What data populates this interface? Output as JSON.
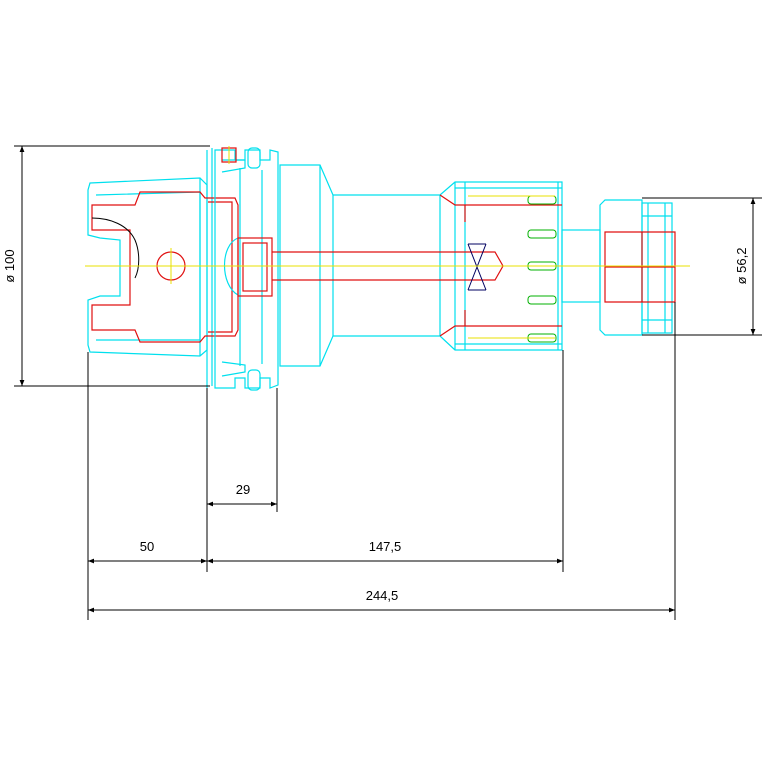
{
  "drawing": {
    "dimensions": {
      "diameter_large": "ø 100",
      "diameter_small": "ø 56,2",
      "width_29": "29",
      "width_50": "50",
      "width_147_5": "147,5",
      "overall_244_5": "244,5"
    },
    "colors": {
      "outline": "#00e0ee",
      "inner_parts": "#e01010",
      "centerline": "#e8e000",
      "contacts": "#00b000",
      "dimension_lines": "#000000"
    }
  }
}
